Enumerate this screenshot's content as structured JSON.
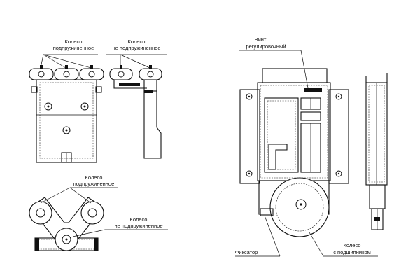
{
  "labels": {
    "top_left_sprung": [
      "Колесо",
      "подпружиненное"
    ],
    "top_left_unsprung": [
      "Колесо",
      "не подпружиненное"
    ],
    "bottom_left_sprung": [
      "Колесо",
      "подпружиненное"
    ],
    "bottom_left_unsprung": [
      "Колесо",
      "не подпружиненное"
    ],
    "adjusting_screw": [
      "Винт",
      "регулировочный"
    ],
    "retainer": "Фиксатор",
    "bearing_wheel": [
      "Колесо",
      "с подшипником"
    ]
  }
}
